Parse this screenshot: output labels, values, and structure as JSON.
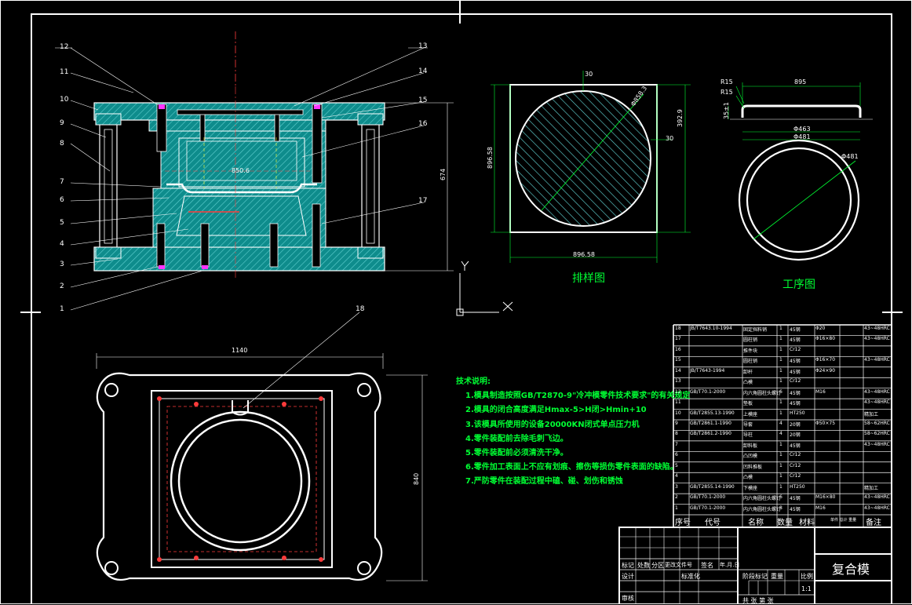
{
  "tech_notes": {
    "title": "技术说明:",
    "items": [
      "1.模具制造按照GB/T2870-9\"冷冲模零件技术要求\"的有关规定",
      "2.模具的闭合高度满足Hmax-5>H闭>Hmin+10",
      "3.该模具所使用的设备20000KN闭式单点压力机",
      "4.零件装配前去除毛刺飞边。",
      "5.零件装配前必须清洗干净。",
      "6.零件加工表面上不应有划痕、擦伤等损伤零件表面的缺陷。",
      "7.严防零件在装配过程中磕、碰、划伤和锈蚀"
    ]
  },
  "captions": {
    "layout": "排样图",
    "process": "工序图"
  },
  "axes": {
    "y": "Y",
    "x": "X"
  },
  "callouts": {
    "left": [
      "12",
      "11",
      "10",
      "9",
      "8",
      "7",
      "6",
      "5",
      "4",
      "3",
      "2",
      "1"
    ],
    "right": [
      "13",
      "14",
      "15",
      "16",
      "17"
    ],
    "plan": "18"
  },
  "dimensions": {
    "height_674": "674",
    "width_1140": "1140",
    "height_840": "840",
    "sheet_width": "896.58",
    "sheet_height": "896.58",
    "blank_dia": "Φ858.3",
    "margin_30a": "30",
    "margin_30b": "30",
    "strip": "392.9",
    "part_width": "895",
    "part_r15a": "R15",
    "part_r15b": "R15",
    "part_h": "35±1",
    "part_d1": "Φ463",
    "part_d2": "Φ481",
    "part_d3": "Φ481",
    "section_label": "850.6"
  },
  "bom": {
    "header": {
      "seq": "序号",
      "code": "代号",
      "name": "名称",
      "qty": "数量",
      "material": "材料",
      "weight": "单件 总计 重量",
      "remark": "备注"
    },
    "rows": [
      {
        "seq": "18",
        "code": "JB/T7643.10-1994",
        "name": "固定挡料销",
        "qty": "1",
        "mat": "45钢",
        "w": "Φ20",
        "remark": "43~48HRC"
      },
      {
        "seq": "17",
        "code": "",
        "name": "圆柱销",
        "qty": "1",
        "mat": "45钢",
        "w": "Φ16×80",
        "remark": "43~48HRC"
      },
      {
        "seq": "16",
        "code": "",
        "name": "推件块",
        "qty": "1",
        "mat": "Cr12",
        "w": "",
        "remark": ""
      },
      {
        "seq": "15",
        "code": "",
        "name": "圆柱销",
        "qty": "1",
        "mat": "45钢",
        "w": "Φ16×70",
        "remark": "43~48HRC"
      },
      {
        "seq": "14",
        "code": "JB/T7643-1994",
        "name": "卸杆",
        "qty": "1",
        "mat": "45钢",
        "w": "Φ24×90",
        "remark": ""
      },
      {
        "seq": "13",
        "code": "",
        "name": "凸模",
        "qty": "1",
        "mat": "Cr12",
        "w": "",
        "remark": ""
      },
      {
        "seq": "12",
        "code": "GB/T70.1-2000",
        "name": "内六角圆柱头螺钉",
        "qty": "6",
        "mat": "45钢",
        "w": "M16",
        "remark": "43~48HRC"
      },
      {
        "seq": "11",
        "code": "",
        "name": "垫板",
        "qty": "1",
        "mat": "45钢",
        "w": "",
        "remark": "43~48HRC"
      },
      {
        "seq": "10",
        "code": "GB/T2855.13-1990",
        "name": "上模座",
        "qty": "1",
        "mat": "HT250",
        "w": "",
        "remark": "精加工"
      },
      {
        "seq": "9",
        "code": "GB/T2861.1-1990",
        "name": "导套",
        "qty": "4",
        "mat": "20钢",
        "w": "Φ50×75",
        "remark": "58~62HRC"
      },
      {
        "seq": "8",
        "code": "GB/T2861.2-1990",
        "name": "导柱",
        "qty": "4",
        "mat": "20钢",
        "w": "",
        "remark": "58~62HRC"
      },
      {
        "seq": "7",
        "code": "",
        "name": "卸料板",
        "qty": "1",
        "mat": "45钢",
        "w": "",
        "remark": "43~48HRC"
      },
      {
        "seq": "6",
        "code": "",
        "name": "凸凹模",
        "qty": "1",
        "mat": "Cr12",
        "w": "",
        "remark": ""
      },
      {
        "seq": "5",
        "code": "",
        "name": "凹料推板",
        "qty": "1",
        "mat": "Cr12",
        "w": "",
        "remark": ""
      },
      {
        "seq": "4",
        "code": "",
        "name": "凸模",
        "qty": "1",
        "mat": "Cr12",
        "w": "",
        "remark": ""
      },
      {
        "seq": "3",
        "code": "GB/T2855.14-1990",
        "name": "下模座",
        "qty": "1",
        "mat": "HT250",
        "w": "",
        "remark": "精加工"
      },
      {
        "seq": "2",
        "code": "GB/T70.1-2000",
        "name": "内六角圆柱头螺钉",
        "qty": "6",
        "mat": "45钢",
        "w": "M16×80",
        "remark": "43~48HRC"
      },
      {
        "seq": "1",
        "code": "GB/T70.1-2000",
        "name": "内六角圆柱头螺钉",
        "qty": "8",
        "mat": "45钢",
        "w": "M16",
        "remark": "43~48HRC"
      }
    ]
  },
  "title_block": {
    "product": "复合模",
    "labels": {
      "mark": "标记",
      "count": "处数",
      "zone": "分区",
      "change_doc": "更改文件号",
      "sign": "签名",
      "date": "年.月.日",
      "design": "设计",
      "standard": "标准化",
      "stage": "阶段标记",
      "weight": "重量",
      "scale": "比例",
      "scale_val": "1:1",
      "review": "审核",
      "sheet": "共    张    第    张"
    }
  },
  "colors": {
    "line": "#ffffff",
    "section_fill": "#0e8c8c",
    "hatch": "#5fd0d0",
    "dim": "#00ff33",
    "center": "#ff3b3b",
    "hidden": "#ffff33",
    "accent": "#ff33ff"
  }
}
